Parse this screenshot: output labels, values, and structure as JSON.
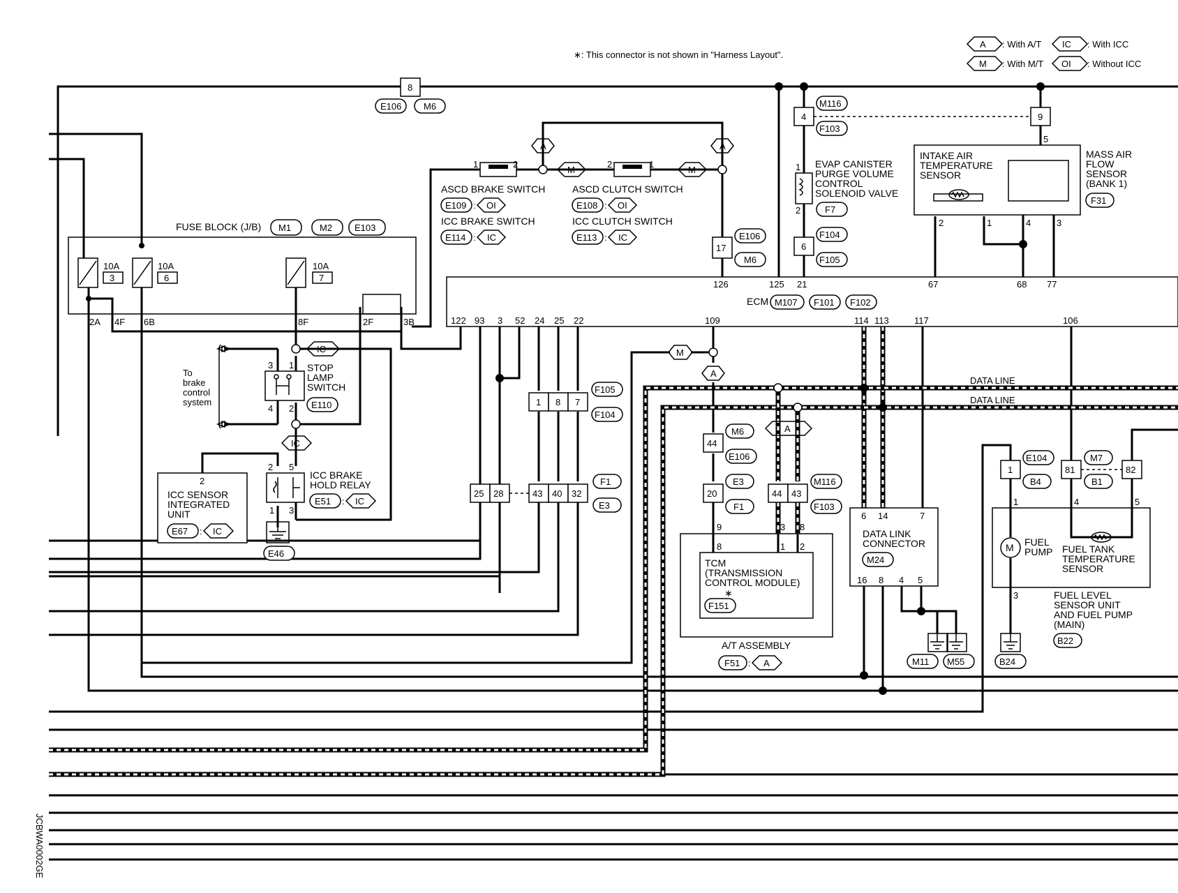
{
  "header": {
    "note": "∗: This connector is not shown in \"Harness Layout\"."
  },
  "legend": [
    {
      "code": "A",
      "desc": ": With A/T"
    },
    {
      "code": "M",
      "desc": ": With M/T"
    },
    {
      "code": "IC",
      "desc": ": With ICC"
    },
    {
      "code": "OI",
      "desc": ": Without ICC"
    }
  ],
  "fuse_block": {
    "label": "FUSE BLOCK (J/B)",
    "connectors": [
      "M1",
      "M2",
      "E103"
    ],
    "fuses": [
      {
        "rating": "10A",
        "num": "3"
      },
      {
        "rating": "10A",
        "num": "6"
      },
      {
        "rating": "10A",
        "num": "7"
      }
    ],
    "pins": [
      "2A",
      "4F",
      "6B",
      "8F",
      "2F",
      "3B"
    ]
  },
  "components": {
    "asco_brake": {
      "label": "ASCD BRAKE SWITCH",
      "conn": "E109",
      "code": "OI",
      "pin1": "1",
      "pin2": "2"
    },
    "icc_brake": {
      "label": "ICC BRAKE SWITCH",
      "conn": "E114",
      "code": "IC"
    },
    "asco_clutch": {
      "label": "ASCD CLUTCH SWITCH",
      "conn": "E108",
      "code": "OI",
      "pin1": "1",
      "pin2": "2"
    },
    "icc_clutch": {
      "label": "ICC CLUTCH SWITCH",
      "conn": "E113",
      "code": "IC"
    },
    "stop_lamp": {
      "lines": [
        "STOP",
        "LAMP",
        "SWITCH"
      ],
      "conn": "E110",
      "pins": [
        "3",
        "1",
        "4",
        "2"
      ]
    },
    "brake_system": {
      "lines": [
        "To",
        "brake",
        "control",
        "system"
      ]
    },
    "icc_relay": {
      "lines": [
        "ICC BRAKE",
        "HOLD RELAY"
      ],
      "conn": "E51",
      "code": "IC",
      "pins": [
        "2",
        "5",
        "1",
        "3"
      ]
    },
    "icc_sensor": {
      "lines": [
        "ICC SENSOR",
        "INTEGRATED",
        "UNIT"
      ],
      "conn": "E67",
      "code": "IC",
      "pin": "2"
    },
    "ground_e46": {
      "conn": "E46"
    },
    "evap": {
      "lines": [
        "EVAP CANISTER",
        "PURGE VOLUME",
        "CONTROL",
        "SOLENOID VALVE"
      ],
      "conn": "F7",
      "pins": [
        "1",
        "2"
      ]
    },
    "iat": {
      "lines": [
        "INTAKE AIR",
        "TEMPERATURE",
        "SENSOR"
      ],
      "pins": [
        "2",
        "1",
        "4",
        "3"
      ],
      "pin_top": "5"
    },
    "maf": {
      "lines": [
        "MASS AIR",
        "FLOW",
        "SENSOR",
        "(BANK 1)"
      ],
      "conn": "F31"
    },
    "ecm": {
      "label": "ECM",
      "conns": [
        "M107",
        "F101",
        "F102"
      ],
      "top_pins": [
        "126",
        "125",
        "21",
        "67",
        "68",
        "77"
      ],
      "bottom_pins": [
        "122",
        "93",
        "3",
        "52",
        "24",
        "25",
        "22",
        "109",
        "114",
        "113",
        "117",
        "106"
      ]
    },
    "tcm": {
      "lines": [
        "TCM",
        "(TRANSMISSION",
        "CONTROL MODULE)"
      ],
      "star": "∗",
      "conn": "F151",
      "pins": [
        "9",
        "3",
        "8",
        "8",
        "1",
        "2"
      ]
    },
    "at_assembly": {
      "label": "A/T ASSEMBLY",
      "conn": "F51",
      "code": "A"
    },
    "dlc": {
      "lines": [
        "DATA LINK",
        "CONNECTOR"
      ],
      "conn": "M24",
      "top_pins": [
        "6",
        "14",
        "7"
      ],
      "bottom_pins": [
        "16",
        "8",
        "4",
        "5"
      ]
    },
    "grounds": {
      "m11": "M11",
      "m55": "M55",
      "b24": "B24"
    },
    "fuel": {
      "pump_label": [
        "FUEL",
        "PUMP"
      ],
      "temp_label": [
        "FUEL TANK",
        "TEMPERATURE",
        "SENSOR"
      ],
      "unit_label": [
        "FUEL LEVEL",
        "SENSOR UNIT",
        "AND FUEL PUMP",
        "(MAIN)"
      ],
      "conn": "B22",
      "pins": [
        "1",
        "4",
        "5",
        "3"
      ],
      "motor": "M"
    },
    "data_lines": [
      "DATA LINE",
      "DATA LINE"
    ],
    "side_code": "JCBWA0002GE"
  },
  "connectors": {
    "c8": {
      "num": "8",
      "tags": [
        "E106",
        "M6"
      ]
    },
    "c4": {
      "num": "4",
      "tags": [
        "M116",
        "F103"
      ]
    },
    "c9": {
      "num": "9"
    },
    "c17": {
      "num": "17",
      "tags": [
        "E106",
        "M6"
      ]
    },
    "c6": {
      "num": "6",
      "tags": [
        "F104",
        "F105"
      ]
    },
    "row187": {
      "nums": [
        "1",
        "8",
        "7"
      ],
      "tags": [
        "F105",
        "F104"
      ]
    },
    "row2528": {
      "nums": [
        "25",
        "28",
        "43",
        "40",
        "32"
      ],
      "tags": [
        "F1",
        "E3"
      ]
    },
    "c44": {
      "num": "44",
      "tags": [
        "M6",
        "E106"
      ]
    },
    "c20": {
      "num": "20",
      "tags": [
        "E3",
        "F1"
      ]
    },
    "c4443": {
      "nums": [
        "44",
        "43"
      ],
      "tags": [
        "M116",
        "F103"
      ]
    },
    "c1": {
      "num": "1",
      "tags": [
        "E104",
        "B4"
      ]
    },
    "c8182": {
      "nums": [
        "81",
        "82"
      ],
      "tags": [
        "M7",
        "B1"
      ]
    }
  },
  "codes": {
    "a": "A",
    "m": "M",
    "ic": "IC"
  }
}
